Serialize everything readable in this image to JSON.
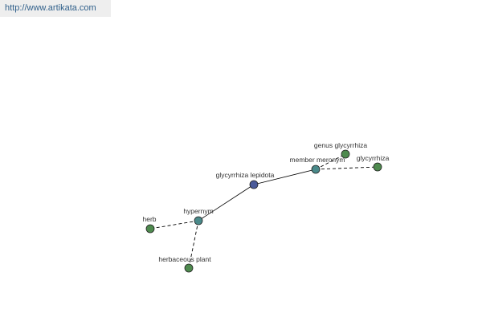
{
  "header": {
    "url": "http://www.artikata.com"
  },
  "colors": {
    "link": "#2f5f8a",
    "center_node": "#4a5a9a",
    "relation_node": "#4a8a8a",
    "leaf_node": "#4e8a4e",
    "edge": "#000000"
  },
  "graph": {
    "nodes": [
      {
        "id": "center",
        "label": "glycyrrhiza lepidota",
        "kind": "center",
        "icon": "center-node-icon"
      },
      {
        "id": "member",
        "label": "member meronym",
        "kind": "relation",
        "icon": "relation-node-icon"
      },
      {
        "id": "hyper",
        "label": "hypernym",
        "kind": "relation",
        "icon": "relation-node-icon"
      },
      {
        "id": "genus",
        "label": "genus glycyrrhiza",
        "kind": "leaf",
        "icon": "leaf-node-icon"
      },
      {
        "id": "glyc",
        "label": "glycyrrhiza",
        "kind": "leaf",
        "icon": "leaf-node-icon"
      },
      {
        "id": "herb",
        "label": "herb",
        "kind": "leaf",
        "icon": "leaf-node-icon"
      },
      {
        "id": "herbplant",
        "label": "herbaceous plant",
        "kind": "leaf",
        "icon": "leaf-node-icon"
      }
    ],
    "edges": [
      {
        "from": "center",
        "to": "member",
        "style": "solid"
      },
      {
        "from": "center",
        "to": "hyper",
        "style": "solid"
      },
      {
        "from": "member",
        "to": "genus",
        "style": "dashed"
      },
      {
        "from": "member",
        "to": "glyc",
        "style": "dashed"
      },
      {
        "from": "hyper",
        "to": "herb",
        "style": "dashed"
      },
      {
        "from": "hyper",
        "to": "herbplant",
        "style": "dashed"
      }
    ]
  }
}
